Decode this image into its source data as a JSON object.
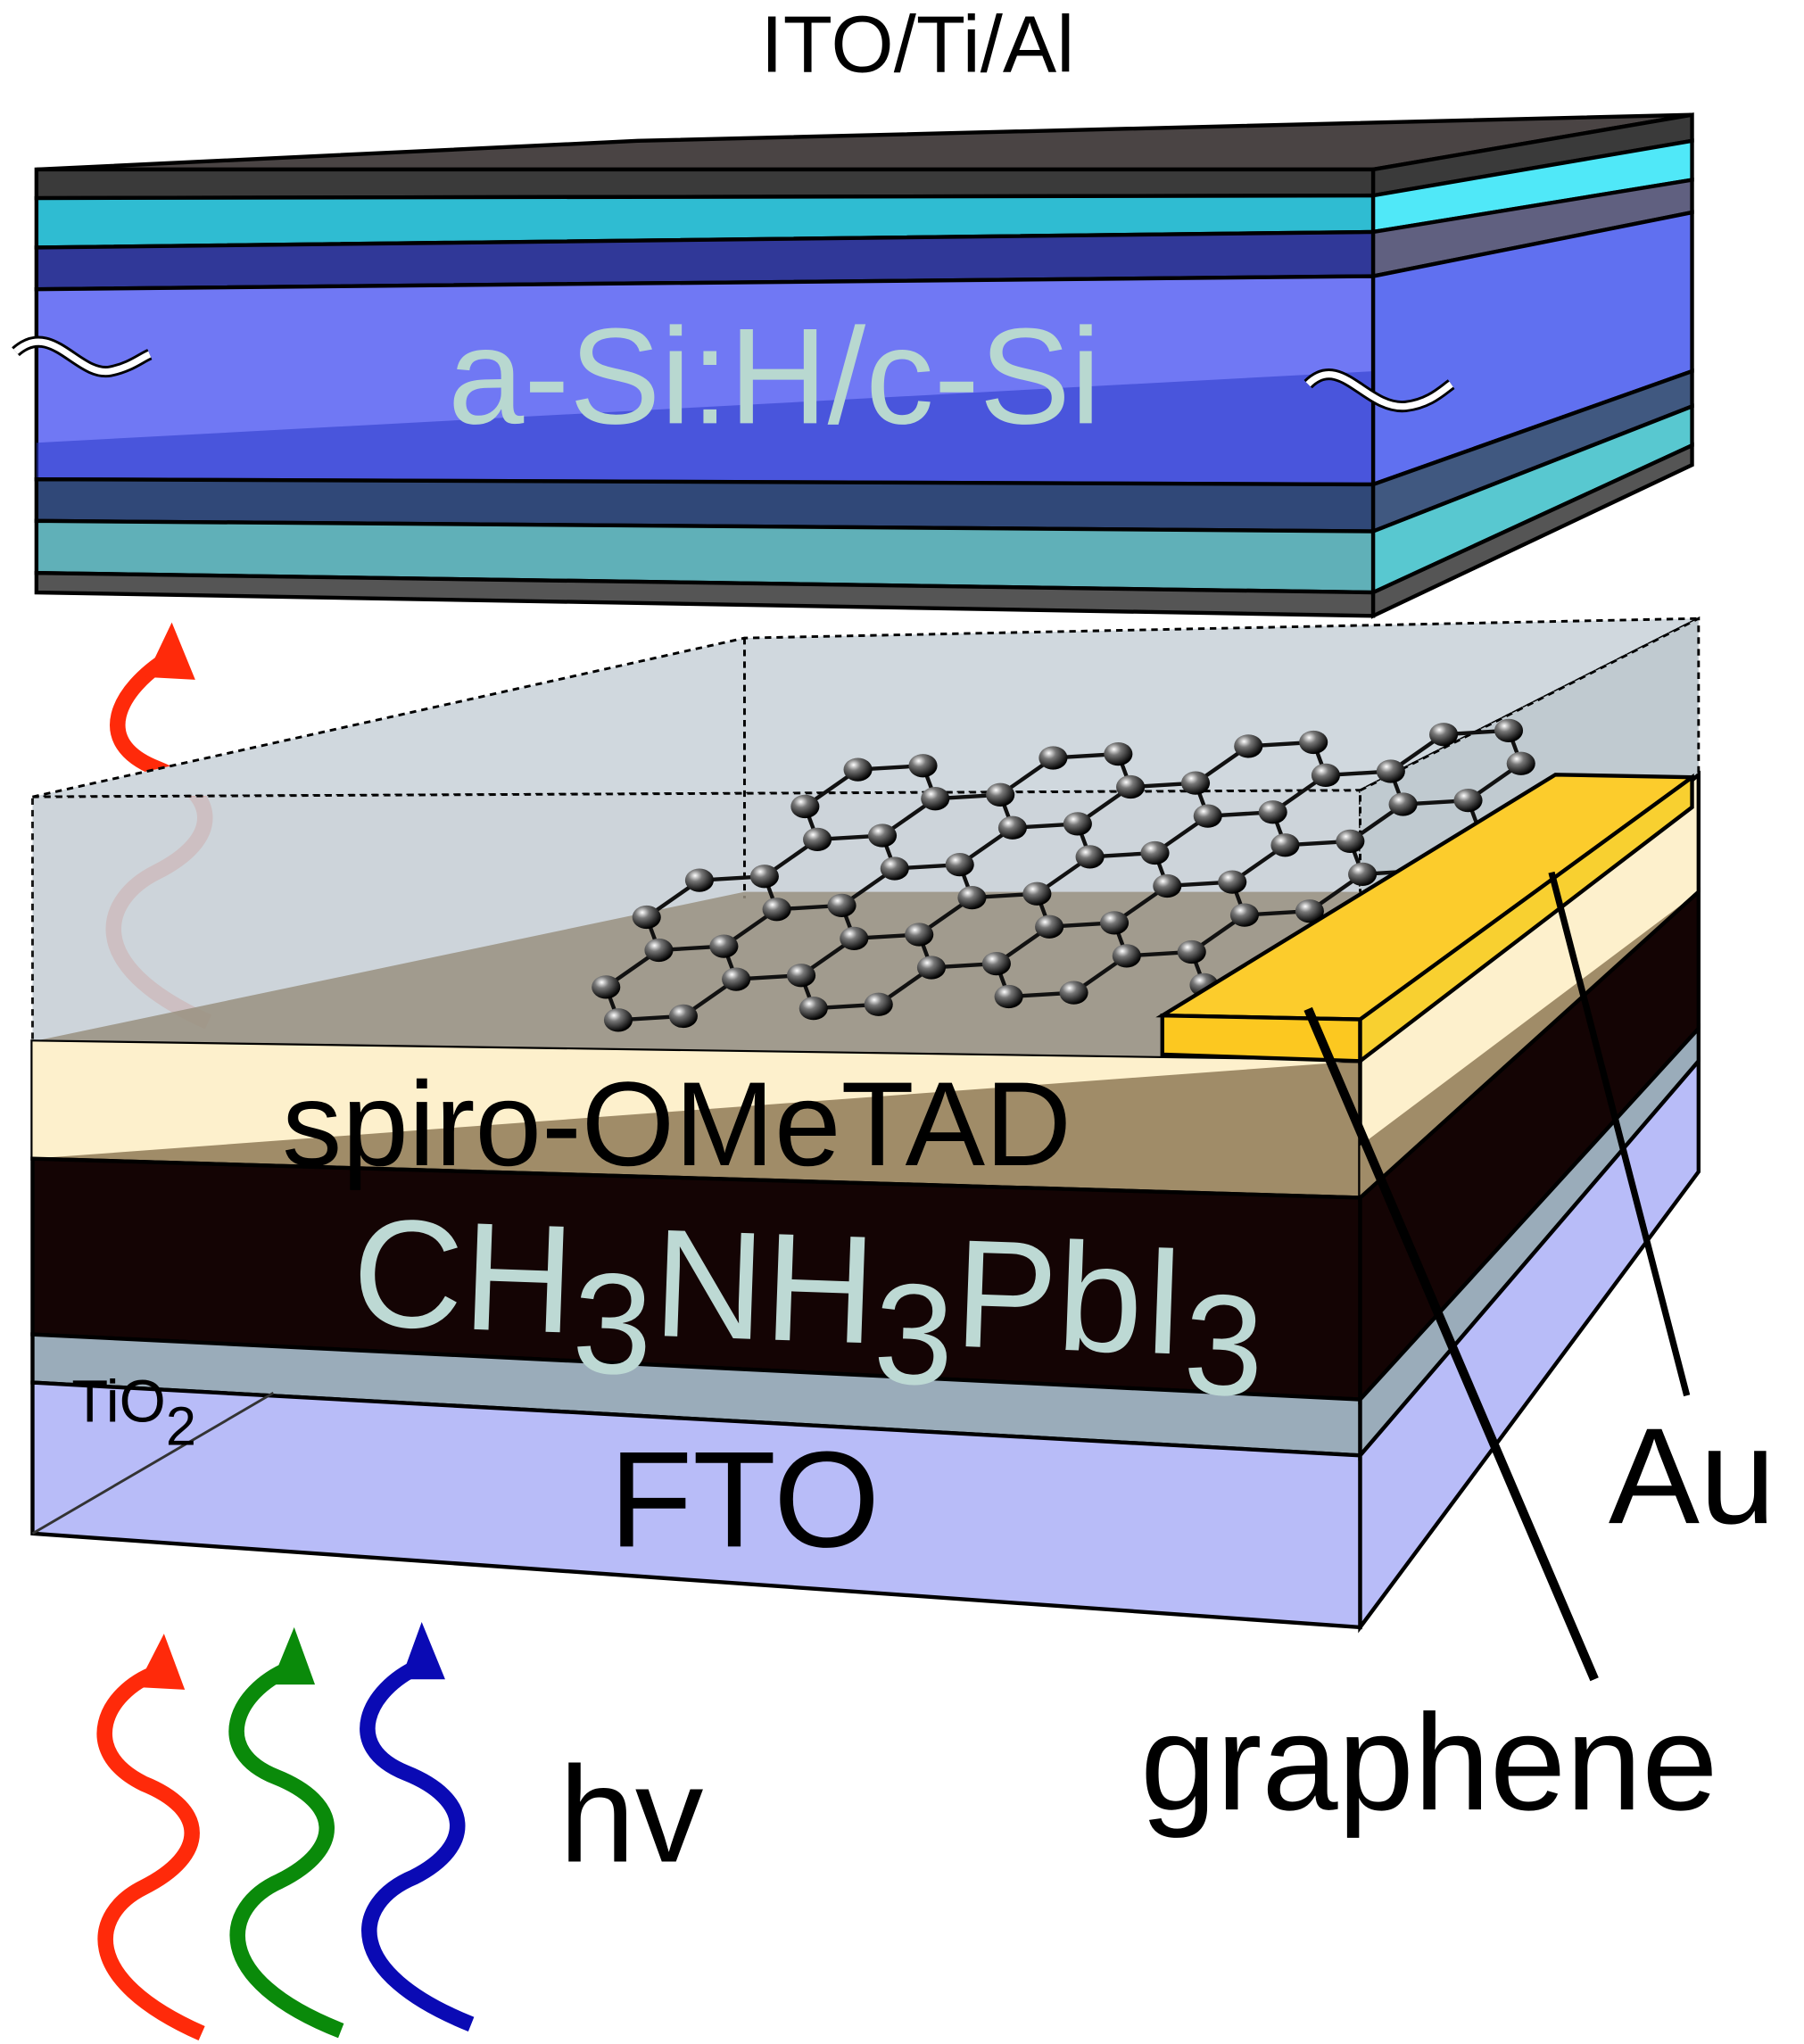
{
  "labels": {
    "top_contact": "ITO/Ti/Al",
    "top_cell": "a-Si:H/c-Si",
    "htm": "spiro-OMeTAD",
    "perovskite_parts": [
      "CH",
      "3",
      "NH",
      "3",
      "PbI",
      "3"
    ],
    "tio2_parts": [
      "TiO",
      "2"
    ],
    "fto": "FTO",
    "au": "Au",
    "graphene": "graphene",
    "light": "hv"
  },
  "colors": {
    "cyan_layer": "#2fbcd2",
    "asi_layer": "#7078f4",
    "spiro_light": "#fdf0cc",
    "spiro_dark": "#a08c68",
    "perovskite": "#140404",
    "tio2": "#9aacba",
    "fto": "#b8bcf8",
    "gold": "#fccc2c",
    "wave_red": "#ff2a0a",
    "wave_green": "#0a8a0a",
    "wave_blue": "#0a0ab4",
    "label_light": "#b8d8d0"
  }
}
